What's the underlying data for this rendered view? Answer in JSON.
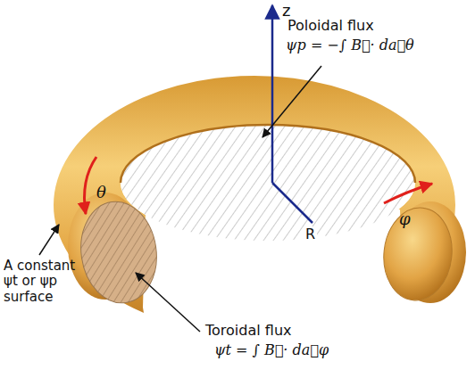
{
  "diagram": {
    "labels": [
      "z",
      "Poloidal flux",
      "ψp = −∫ B⃗· da⃗θ",
      "θ",
      "φ",
      "R",
      "A constant ψt or ψp surface",
      "Toroidal flux",
      "ψt = ∫ B⃗· da⃗φ"
    ]
  }
}
